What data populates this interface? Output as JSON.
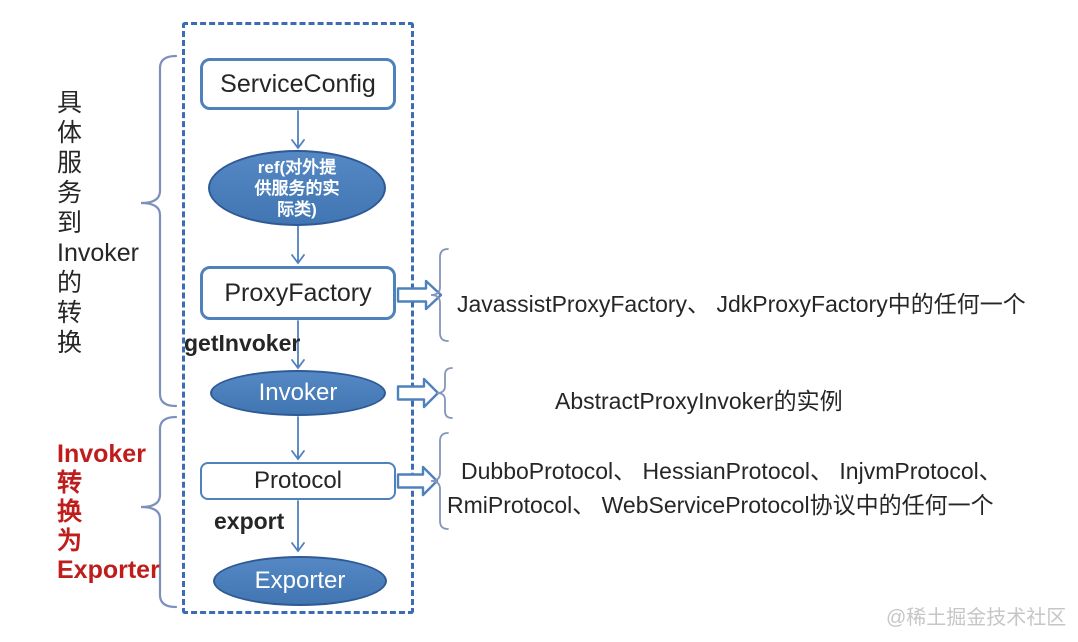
{
  "left_labels": {
    "service_to_invoker": [
      "具",
      "体",
      "服",
      "务",
      "到",
      "Invoker",
      "的",
      "转",
      "换"
    ],
    "invoker_to_exporter": [
      "Invoker",
      "转",
      "换",
      "为",
      "Exporter"
    ]
  },
  "nodes": {
    "service_config": "ServiceConfig",
    "ref_lines": [
      "ref(对外提",
      "供服务的实",
      "际类)"
    ],
    "proxy_factory": "ProxyFactory",
    "invoker": "Invoker",
    "protocol": "Protocol",
    "exporter": "Exporter"
  },
  "edge_labels": {
    "get_invoker": "getInvoker",
    "export": "export"
  },
  "annotations": {
    "proxy_factory": "JavassistProxyFactory、 JdkProxyFactory中的任何一个",
    "invoker": "AbstractProxyInvoker的实例",
    "protocol_line1": "DubboProtocol、 HessianProtocol、 InjvmProtocol、",
    "protocol_line2": "RmiProtocol、 WebServiceProtocol协议中的任何一个"
  },
  "watermark": "@稀土掘金技术社区",
  "colors": {
    "node_fill": "#4a7cba",
    "node_border": "#2f5a96",
    "box_border": "#4f81bd",
    "dashed_border": "#3d6cb4",
    "connector": "#4f81bd",
    "brace": "#8090bc",
    "label_red": "#bf1c1c",
    "text": "#262626"
  }
}
